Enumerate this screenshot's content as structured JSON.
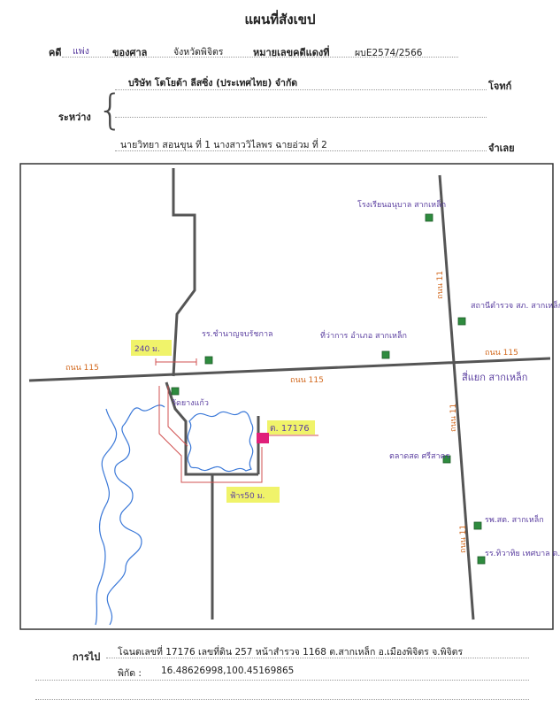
{
  "header": {
    "title": "แผนที่สังเขป",
    "case_label": "คดี",
    "case_type": "แพ่ง",
    "court_label": "ของศาล",
    "court_value": "จังหวัดพิจิตร",
    "red_case_label": "หมายเลขคดีแดงที่",
    "red_case_value": "ผบE2574/2566",
    "between_label": "ระหว่าง",
    "plaintiff": "บริษัท โตโยต้า ลีสซิ่ง (ประเทศไทย) จำกัด",
    "plaintiff_role": "โจทก์",
    "defendant": "นายวิทยา สอนขุน ที่ 1 นางสาววิไลพร ฉายอ่วม ที่ 2",
    "defendant_role": "จำเลย"
  },
  "map": {
    "road_115_left": "ถนน 115",
    "road_115_mid": "ถนน 115",
    "road_115_right": "ถนน 115",
    "road_11_top": "ถนน 11",
    "road_11_mid": "ถนน 11",
    "road_11_bottom": "ถนน 11",
    "intersection": "สี่แยก สากเหล็ก",
    "school": "โรงเรียนอนุบาล สากเหล็ก",
    "police": "สถานีตำรวจ สภ. สากเหล็ก",
    "district_office": "ที่ว่าการ อำเภอ สากเหล็ก",
    "temple_1": "รร.ชำนาญจบรัชกาล",
    "temple_2": "วัดยางแก้ว",
    "market": "ตลาดสด ศรีสาคร",
    "hospital": "รพ.สต. สากเหล็ก",
    "office_2": "รร.ทิวาทิย เทศบาล ต.สากเหล็ก",
    "plot_id": "ต. 17176",
    "dist_top": "240 ม.",
    "dist_bottom": "ฟ้าร50 ม."
  },
  "footer": {
    "directions_label": "การไป",
    "directions_text": "โฉนดเลขที่ 17176 เลขที่ดิน 257 หน้าสำรวจ 1168 ต.สากเหล็ก อ.เมืองพิจิตร จ.พิจิตร",
    "coords_label": "พิกัด :",
    "coords_value": "16.48626998,100.45169865"
  },
  "colors": {
    "road": "#555555",
    "landmark": "#2e8b3e",
    "handwriting": "#5b3fa0",
    "road_label": "#d2691e",
    "river": "#3a78d8",
    "plot_route": "#d05050",
    "highlight": "#f0f36a",
    "plot_marker": "#e0207a"
  }
}
